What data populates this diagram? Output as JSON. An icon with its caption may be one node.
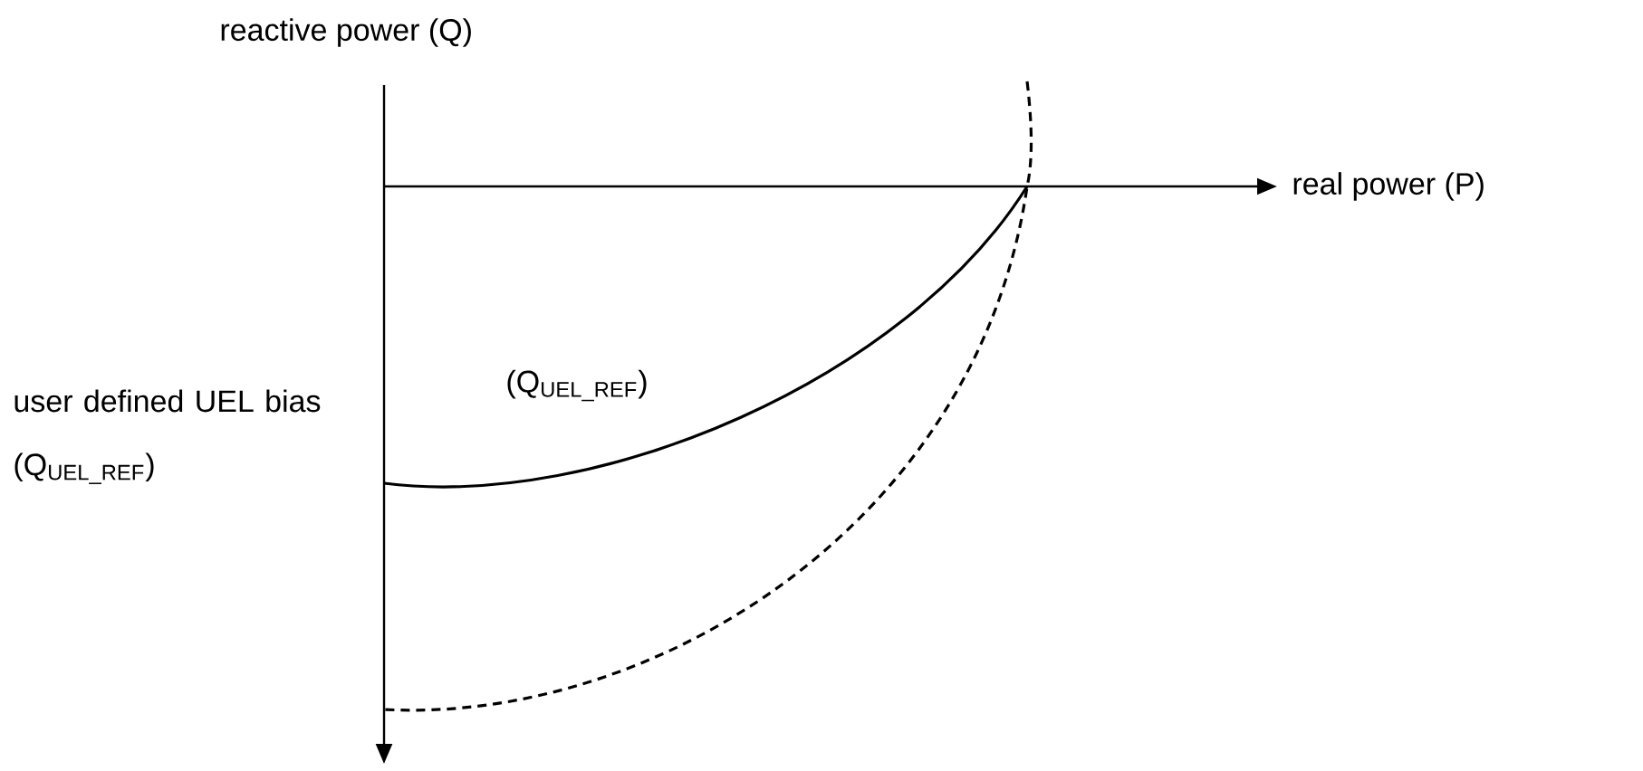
{
  "diagram": {
    "labels": [
      "reactive power (Q)",
      "real power (P)",
      "(Q$_{UEL_REF}$)",
      "user defined UEL bias (Q$_{UEL_REF}$)"
    ]
  }
}
